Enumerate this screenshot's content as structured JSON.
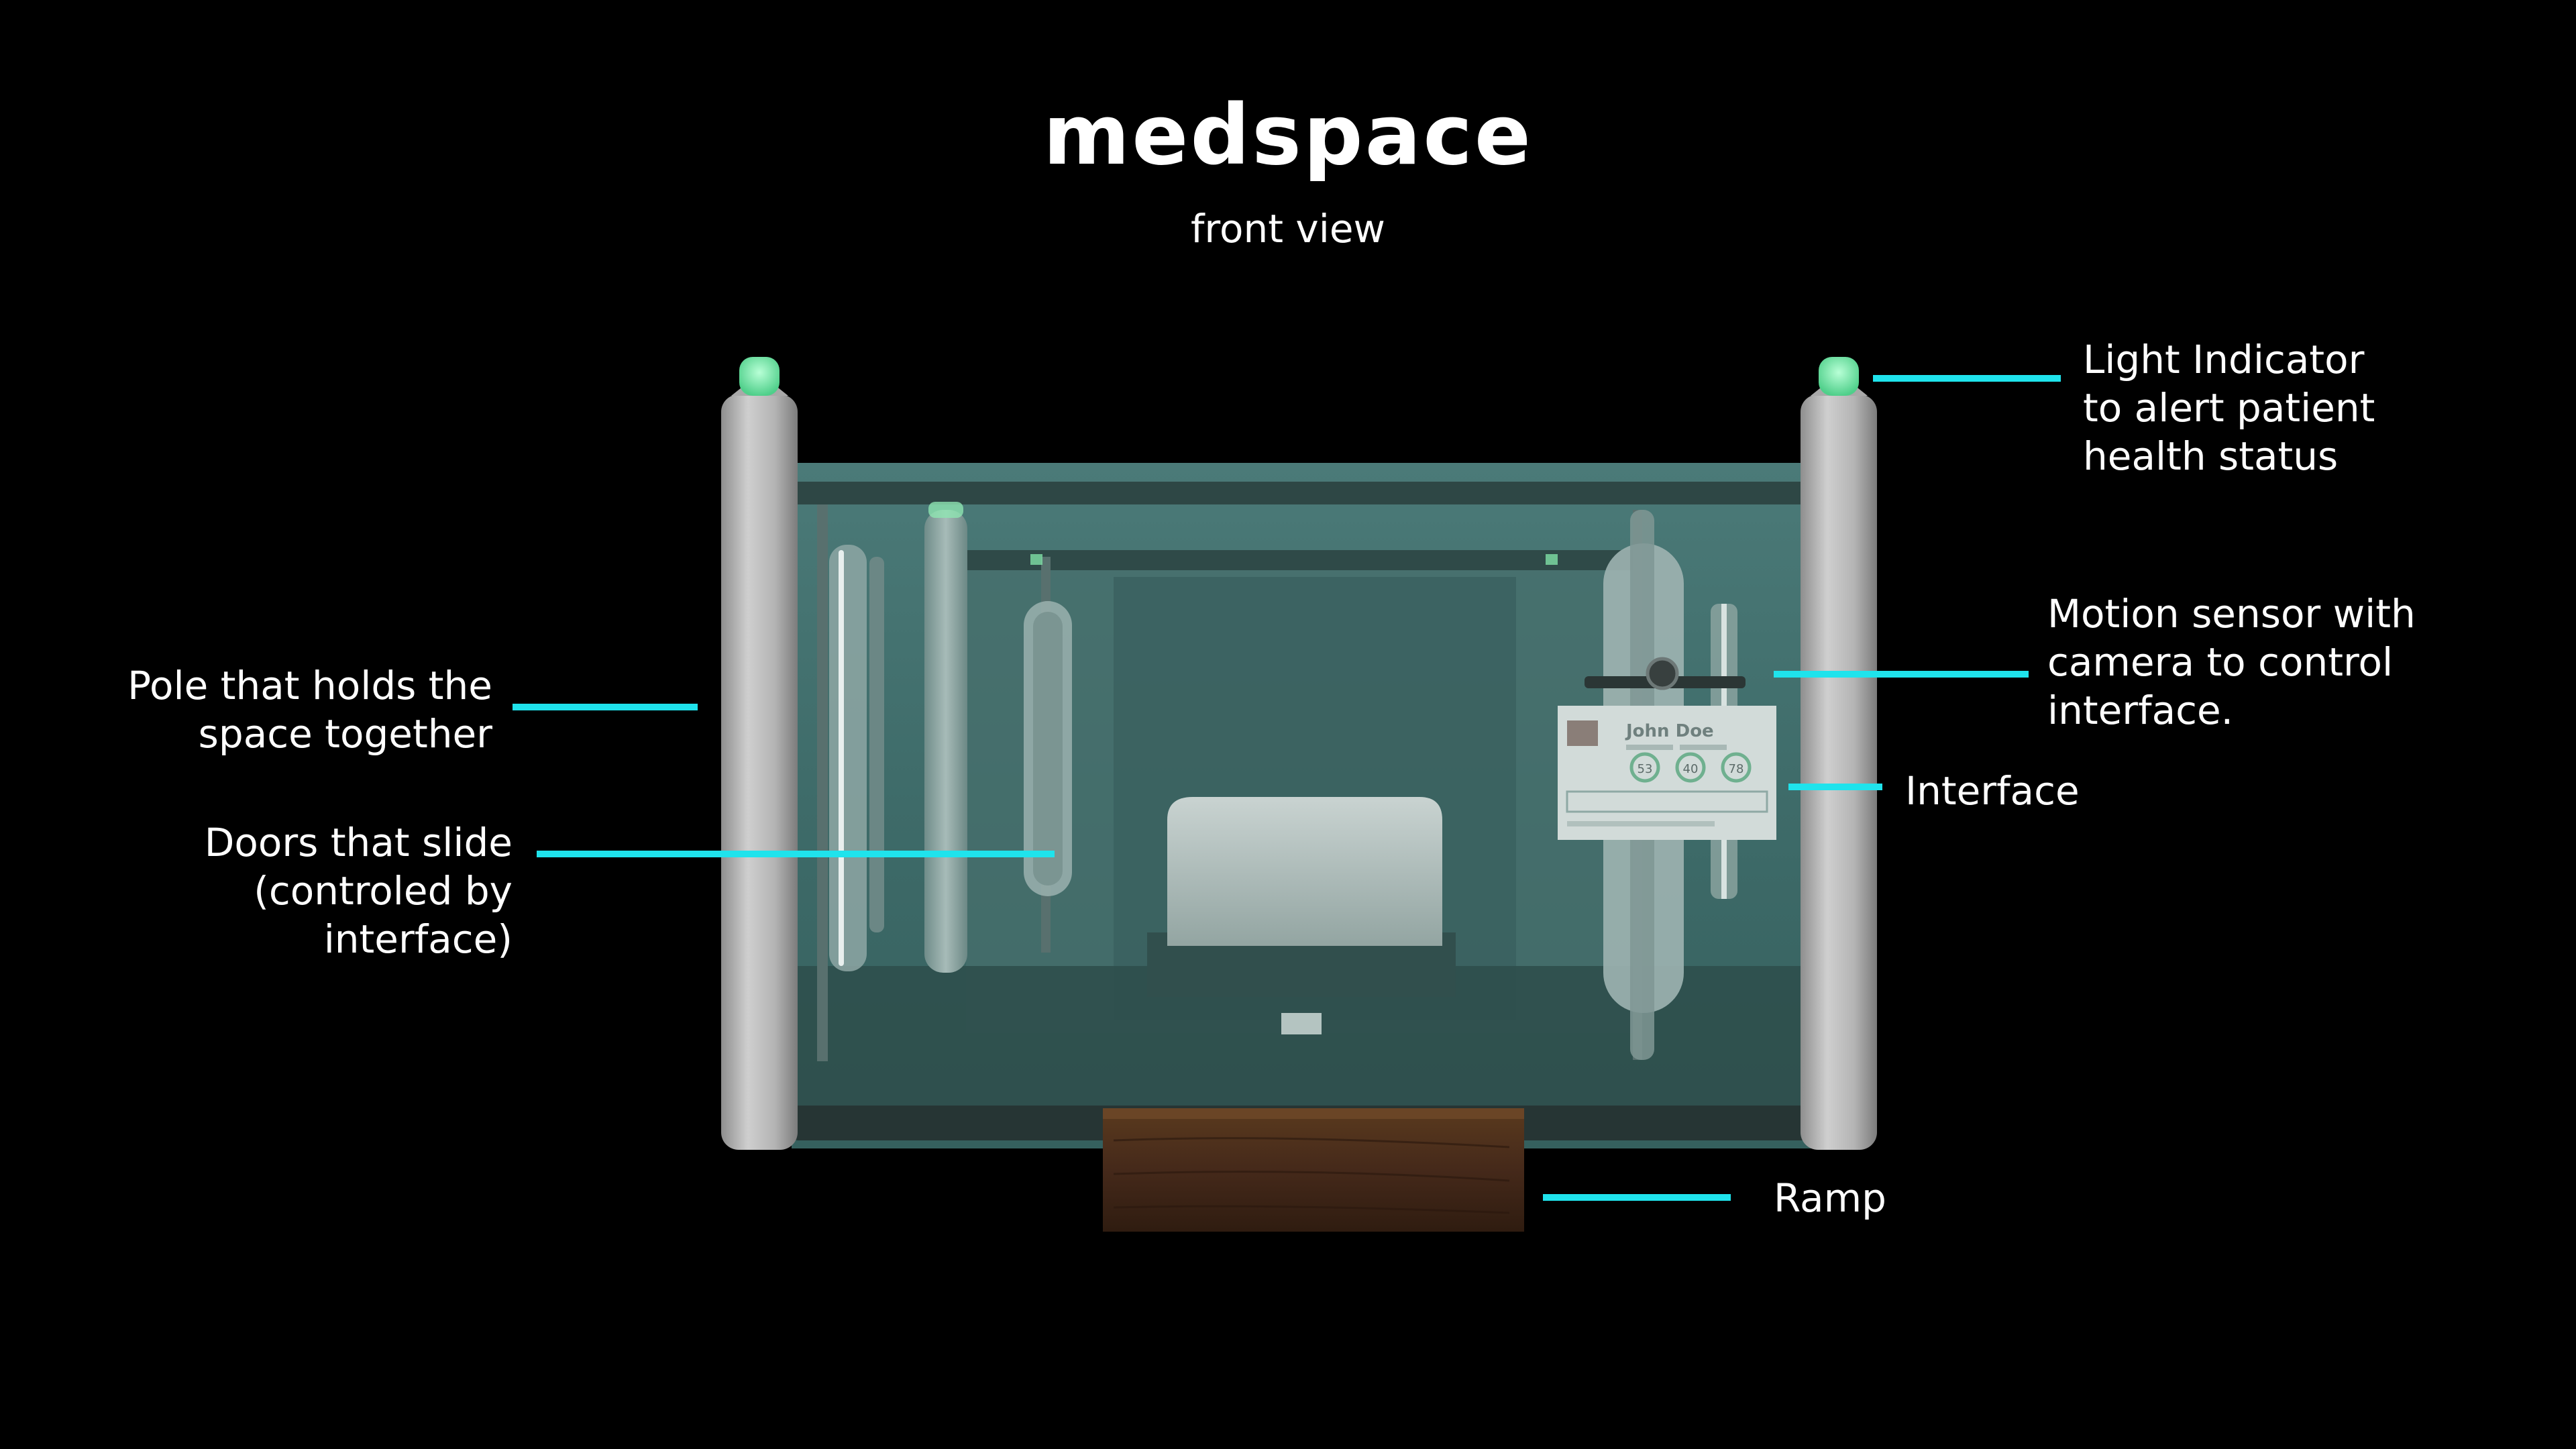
{
  "header": {
    "title": "medspace",
    "subtitle": "front view"
  },
  "interface_screen": {
    "name": "John Doe",
    "readings": [
      "53",
      "40",
      "78"
    ]
  },
  "callouts": {
    "light_indicator": {
      "lines": [
        "Light Indicator",
        "to alert patient",
        "health status"
      ]
    },
    "motion_sensor": {
      "lines": [
        "Motion sensor with",
        "camera to control",
        "interface."
      ]
    },
    "interface": {
      "lines": [
        "Interface"
      ]
    },
    "ramp": {
      "lines": [
        "Ramp"
      ]
    },
    "pole": {
      "lines": [
        "Pole that holds the",
        "space together"
      ]
    },
    "doors": {
      "lines": [
        "Doors that slide",
        "(controled by",
        "interface)"
      ]
    }
  },
  "colors": {
    "background": "#000000",
    "leader_line": "#1fe3ec",
    "glass": "#3f6d6b",
    "pole": "#b9b9b9",
    "light": "#6fe3a4",
    "ramp": "#4a2f18"
  }
}
